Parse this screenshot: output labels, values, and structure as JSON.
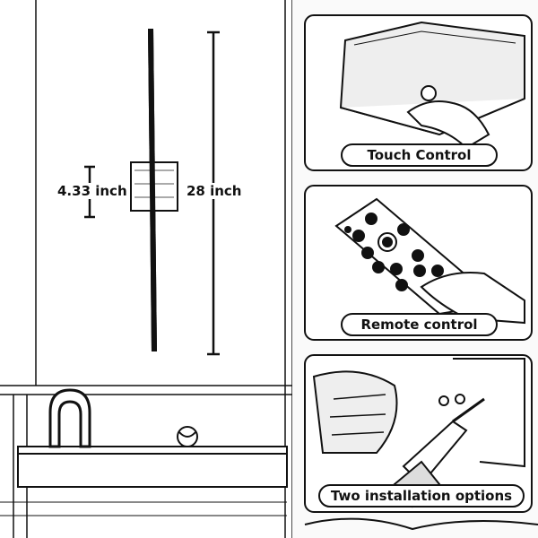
{
  "dimensions": {
    "width_label": "4.33 inch",
    "height_label": "28 inch"
  },
  "panels": [
    {
      "caption": "Touch Control",
      "icon": "touch-sensor-icon"
    },
    {
      "caption": "Remote control",
      "icon": "remote-control-icon"
    },
    {
      "caption": "Two installation options",
      "icon": "drill-icon"
    }
  ],
  "colors": {
    "line": "#111111",
    "background": "#ffffff",
    "panel_bg": "#f2f2f2"
  }
}
